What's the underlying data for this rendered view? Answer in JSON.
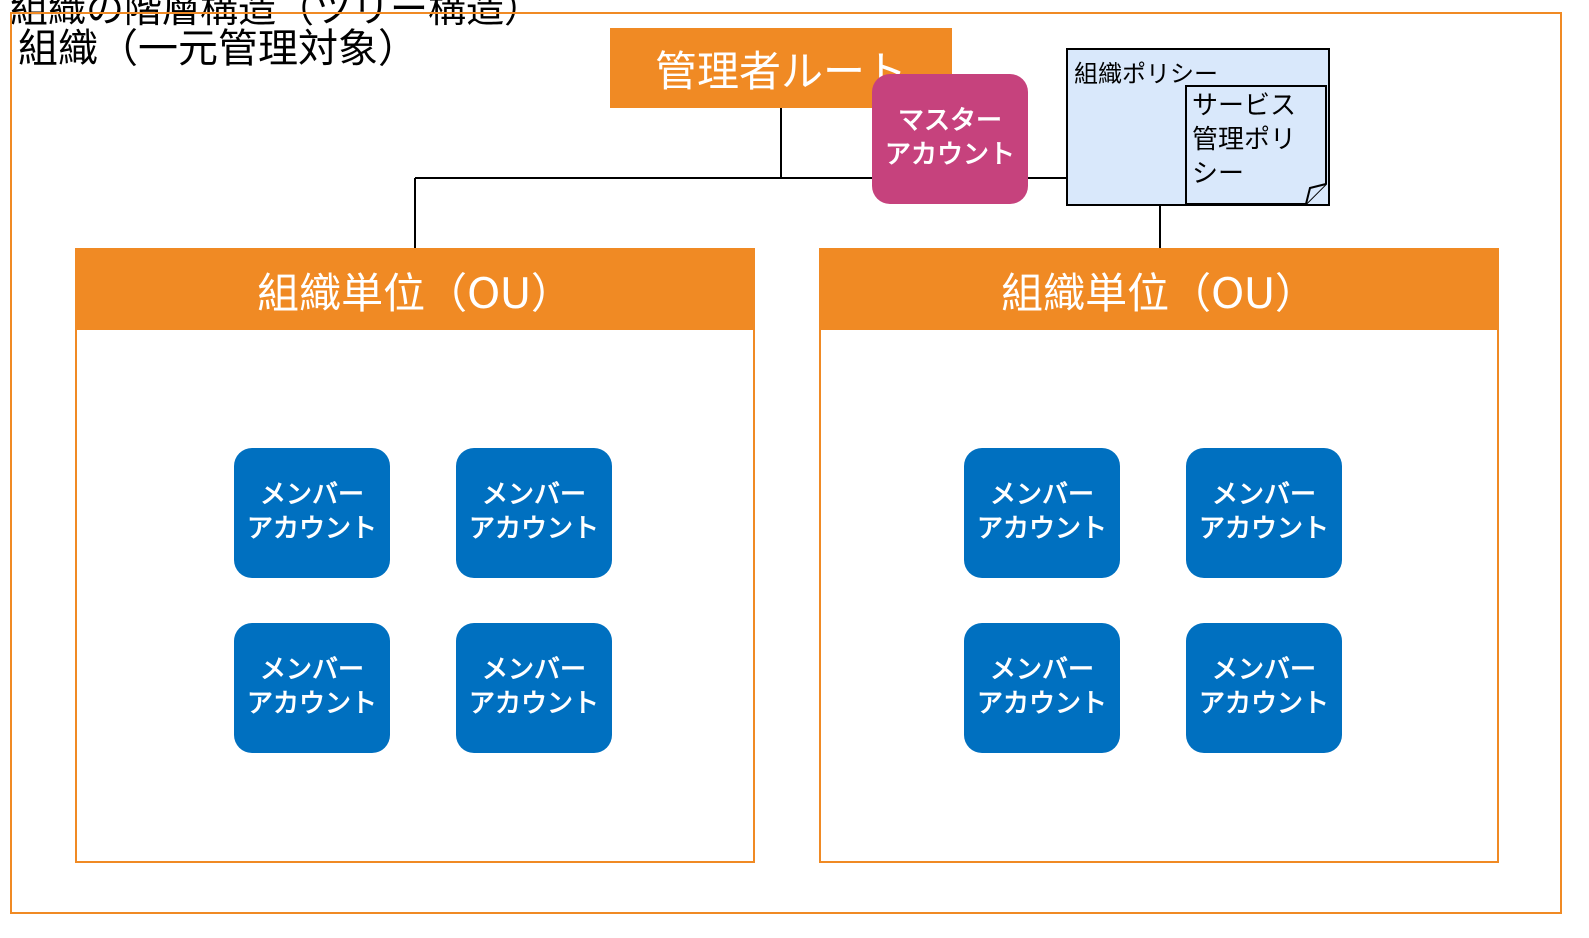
{
  "cropped_top_text": "組織の階層構造（ツリー構造）",
  "organization": {
    "title": "組織（一元管理対象）"
  },
  "root": {
    "label": "管理者ルート"
  },
  "master_account": {
    "line1": "マスター",
    "line2": "アカウント"
  },
  "policies": {
    "org_policy": "組織ポリシー",
    "service_policy_lines": [
      "サービス",
      "管理ポリ",
      "シー"
    ]
  },
  "ous": [
    {
      "label": "組織単位（OU）",
      "members": [
        {
          "line1": "メンバー",
          "line2": "アカウント"
        },
        {
          "line1": "メンバー",
          "line2": "アカウント"
        },
        {
          "line1": "メンバー",
          "line2": "アカウント"
        },
        {
          "line1": "メンバー",
          "line2": "アカウント"
        }
      ]
    },
    {
      "label": "組織単位（OU）",
      "members": [
        {
          "line1": "メンバー",
          "line2": "アカウント"
        },
        {
          "line1": "メンバー",
          "line2": "アカウント"
        },
        {
          "line1": "メンバー",
          "line2": "アカウント"
        },
        {
          "line1": "メンバー",
          "line2": "アカウント"
        }
      ]
    }
  ],
  "colors": {
    "orange": "#f08a24",
    "master": "#c6427d",
    "member": "#0070c0",
    "policy_fill": "#d9e8fb"
  }
}
